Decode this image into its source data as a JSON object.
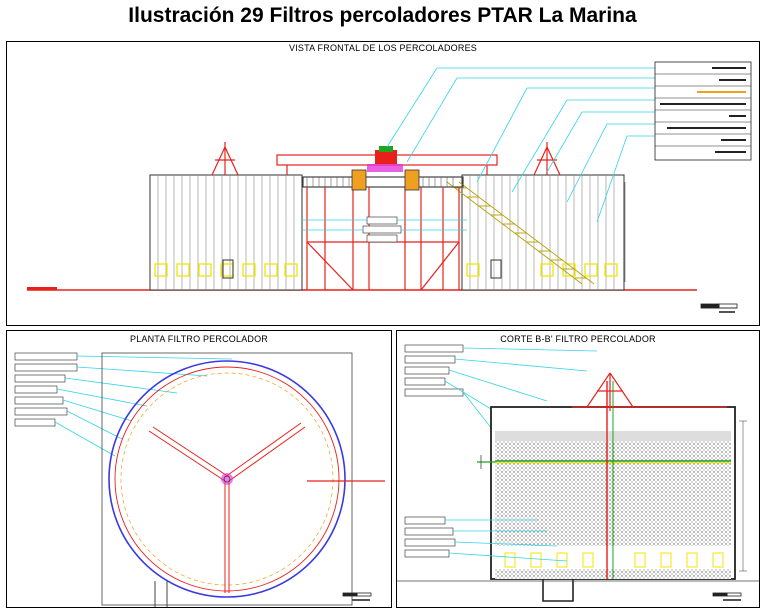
{
  "caption": "Ilustración 29 Filtros percoladores PTAR La Marina",
  "panels": {
    "front": {
      "title": "VISTA FRONTAL DE LOS PERCOLADORES"
    },
    "plan": {
      "title": "PLANTA FILTRO PERCOLADOR"
    },
    "section": {
      "title": "CORTE B-B' FILTRO PERCOLADOR"
    }
  },
  "colors": {
    "structure": "#e8201c",
    "walls": "#555555",
    "annotation": "#34d3e8",
    "accent_yellow": "#f2e600",
    "accent_green": "#1fa51f",
    "accent_magenta": "#e02cd8",
    "accent_orange": "#f0a020",
    "circle_blue": "#3a3ae0"
  },
  "icons": {
    "scale_bar": "scale-bar-icon",
    "distributor_arm": "rotary-distributor-icon"
  }
}
